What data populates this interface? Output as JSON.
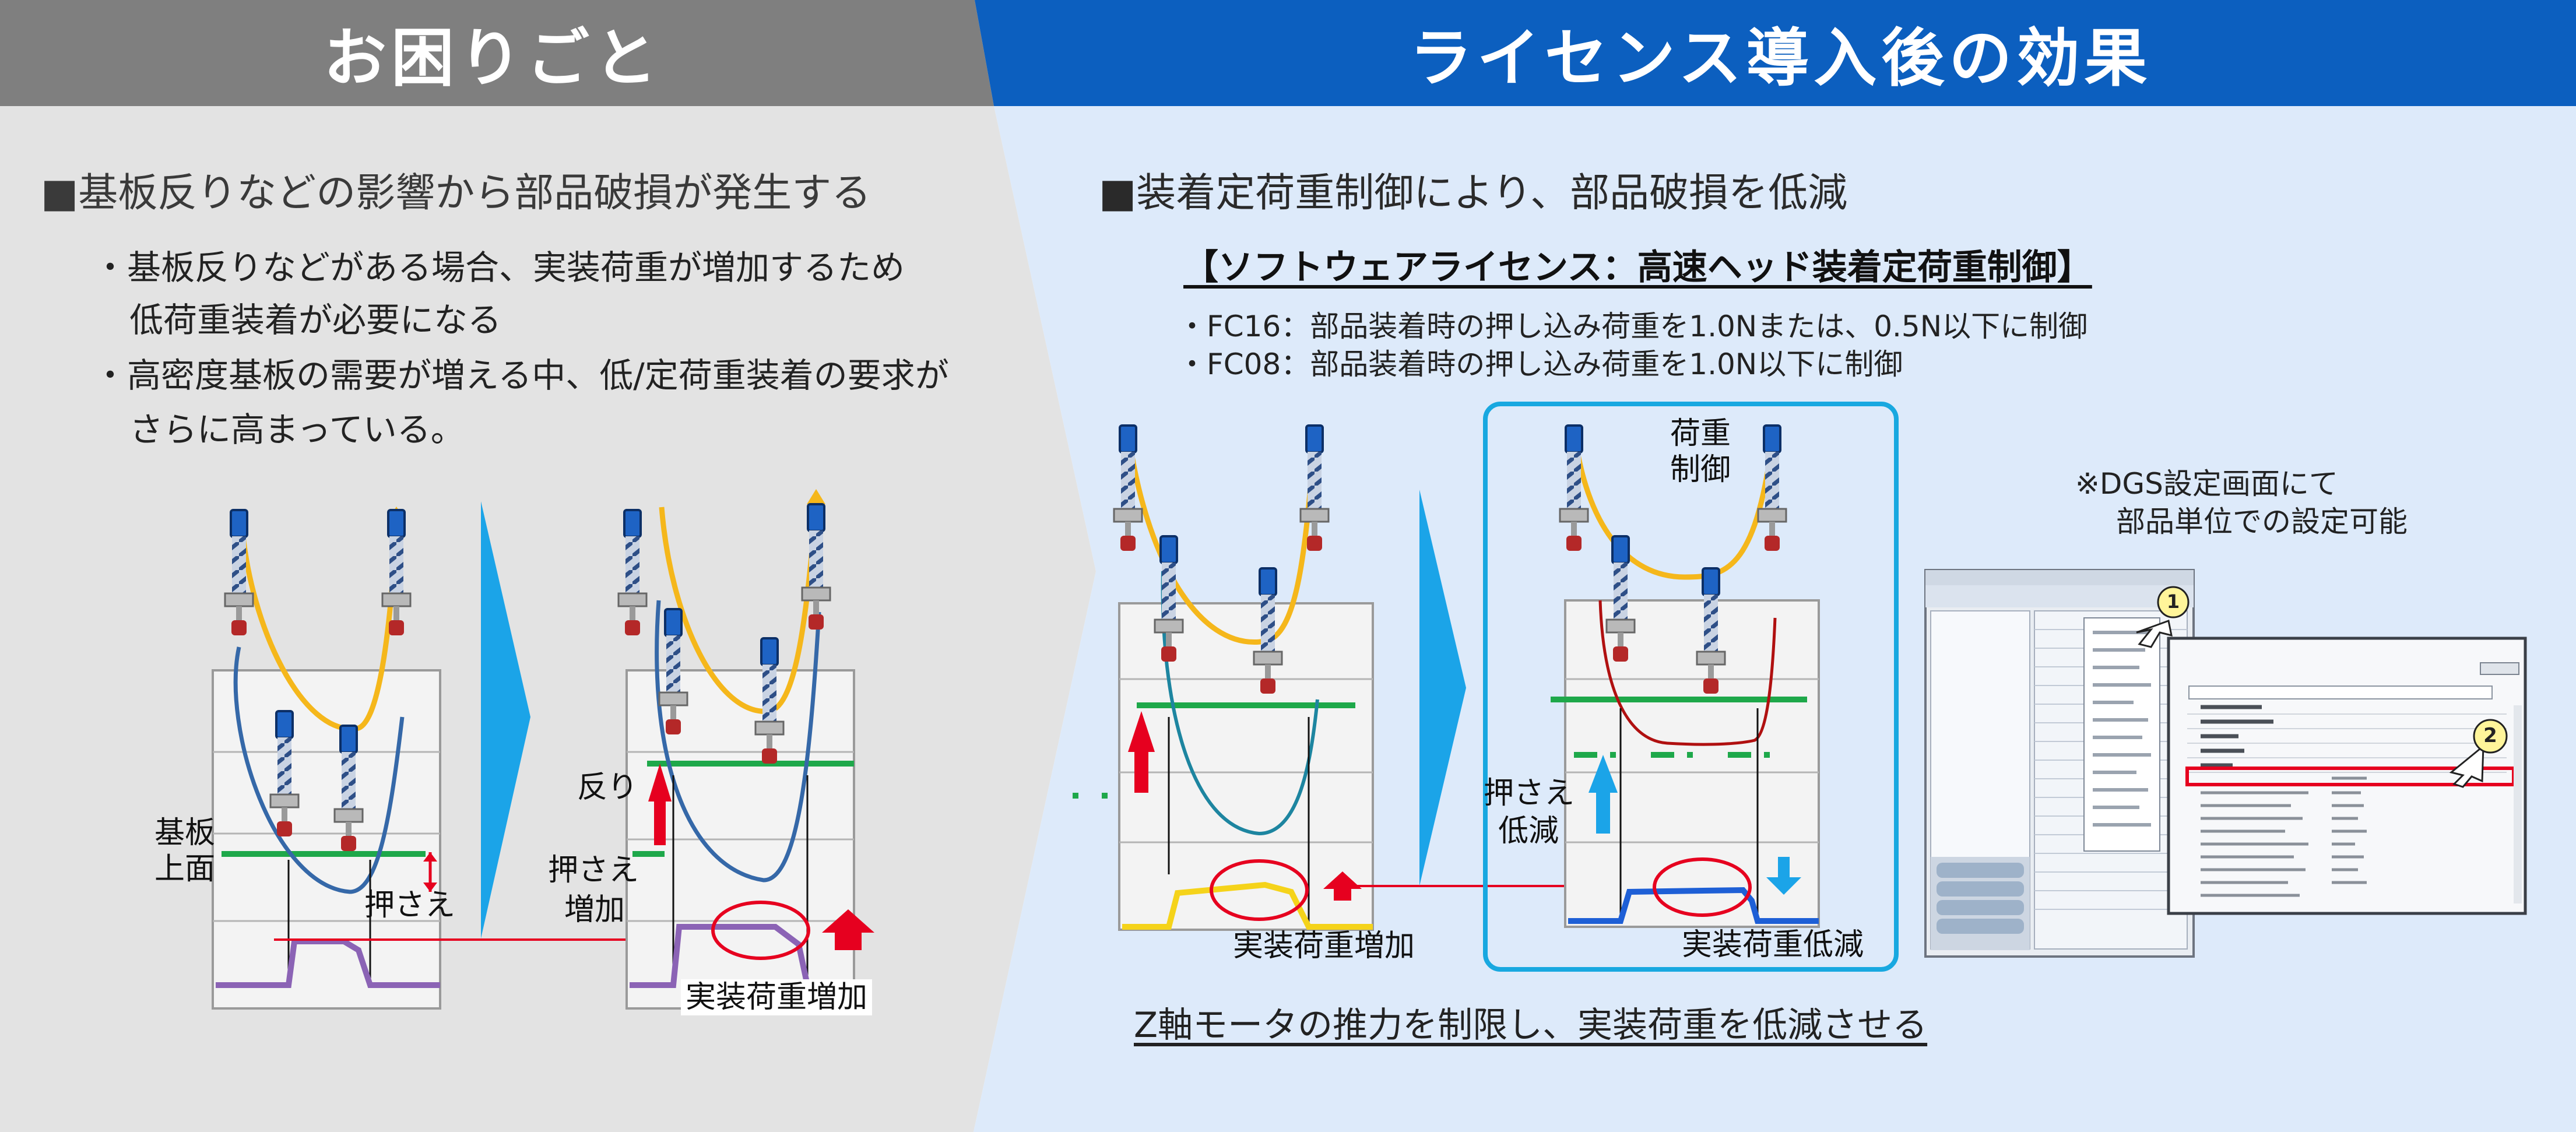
{
  "colors": {
    "left_header_bg": "#7f7f7f",
    "right_header_bg": "#0c5fbf",
    "left_panel_bg": "#e3e3e3",
    "right_panel_bg": "#ddeafa",
    "arrow_blue": "#1ba4e8",
    "spring_navy": "#2e4f87",
    "curve_yellow": "#f5b71b",
    "curve_blue": "#3568a8",
    "curve_teal": "#1d85a0",
    "curve_darkred": "#b01010",
    "line_green": "#1ea84a",
    "signal_purple": "#8b63b5",
    "signal_yellow": "#f5d31a",
    "signal_blue": "#1e5fd6",
    "red": "#e6001f"
  },
  "left": {
    "header": "お困りごと",
    "heading": "■基板反りなどの影響から部品破損が発生する",
    "bullets": [
      "・基板反りなどがある場合、実装荷重が増加するため",
      "低荷重装着が必要になる",
      "・高密度基板の需要が増える中、低/定荷重装着の要求が",
      "さらに高まっている。"
    ],
    "labels": {
      "board_top_line1": "基板",
      "board_top_line2": "上面",
      "press": "押さえ",
      "warp": "反り",
      "press_increase_line1": "押さえ",
      "press_increase_line2": "増加",
      "load_increase": "実装荷重増加"
    }
  },
  "right": {
    "header": "ライセンス導入後の効果",
    "heading": "■装着定荷重制御により、部品破損を低減",
    "license_title": "【ソフトウェアライセンス：高速ヘッド装着定荷重制御】",
    "fc16": "・FC16：部品装着時の押し込み荷重を1.0Nまたは、0.5N以下に制御",
    "fc08": "・FC08：部品装着時の押し込み荷重を1.0N以下に制御",
    "labels": {
      "load_control_line1": "荷重",
      "load_control_line2": "制御",
      "press_reduce_line1": "押さえ",
      "press_reduce_line2": "低減",
      "load_increase": "実装荷重増加",
      "load_reduce": "実装荷重低減"
    },
    "dgs_note_line1": "※DGS設定画面にて",
    "dgs_note_line2": "部品単位での設定可能",
    "callout_1": "1",
    "callout_2": "2",
    "conclusion": "Z軸モータの推力を制限し、実装荷重を低減させる"
  }
}
